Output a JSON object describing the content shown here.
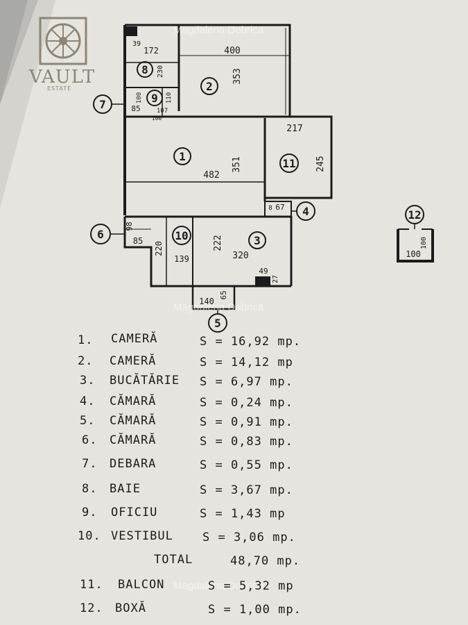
{
  "logo": {
    "word": "VAULT",
    "sub": "ESTATE"
  },
  "watermark": [
    "Magdalena Dobrica",
    "Magdalena Dobrica",
    "Magdalena Dobrica"
  ],
  "rooms": [
    {
      "num": "1",
      "dims": [
        "482",
        "351"
      ]
    },
    {
      "num": "2",
      "dims": [
        "400",
        "353"
      ]
    },
    {
      "num": "3",
      "dims": [
        "320",
        "222",
        "49",
        "27"
      ]
    },
    {
      "num": "4",
      "dims": [
        "67",
        "8"
      ]
    },
    {
      "num": "5",
      "dims": [
        "140",
        "65"
      ]
    },
    {
      "num": "6",
      "dims": [
        "98",
        "85"
      ]
    },
    {
      "num": "7",
      "dims": [
        "85"
      ]
    },
    {
      "num": "8",
      "dims": [
        "172",
        "230",
        "39"
      ]
    },
    {
      "num": "9",
      "dims": [
        "100",
        "110",
        "107",
        "100"
      ]
    },
    {
      "num": "10",
      "dims": [
        "220",
        "139"
      ]
    },
    {
      "num": "11",
      "dims": [
        "217",
        "245"
      ]
    },
    {
      "num": "12",
      "dims": [
        "100",
        "100"
      ]
    }
  ],
  "legend": [
    {
      "n": "1.",
      "name": "CAMERĂ",
      "area": "S = 16,92 mp."
    },
    {
      "n": "2.",
      "name": "CAMERĂ",
      "area": "S = 14,12 mp"
    },
    {
      "n": "3.",
      "name": "BUCĂTĂRIE",
      "area": "S = 6,97 mp."
    },
    {
      "n": "4.",
      "name": "CĂMARĂ",
      "area": "S = 0,24 mp."
    },
    {
      "n": "5.",
      "name": "CĂMARĂ",
      "area": "S = 0,91 mp."
    },
    {
      "n": "6.",
      "name": "CĂMARĂ",
      "area": "S = 0,83 mp."
    },
    {
      "n": "7.",
      "name": "DEBARA",
      "area": "S = 0,55 mp."
    },
    {
      "n": "8.",
      "name": "BAIE",
      "area": "S = 3,67 mp."
    },
    {
      "n": "9.",
      "name": "OFICIU",
      "area": "S = 1,43 mp"
    },
    {
      "n": "10.",
      "name": "VESTIBUL",
      "area": "S = 3,06 mp."
    }
  ],
  "total": {
    "label": "TOTAL",
    "value": "48,70 mp."
  },
  "extras": [
    {
      "n": "11.",
      "name": "BALCON",
      "area": "S = 5,32 mp"
    },
    {
      "n": "12.",
      "name": "BOXĂ",
      "area": "S = 1,00 mp."
    }
  ],
  "colors": {
    "paper": "#e9e7e1",
    "ink": "#1b1b1b",
    "logo": "#8c8577"
  }
}
